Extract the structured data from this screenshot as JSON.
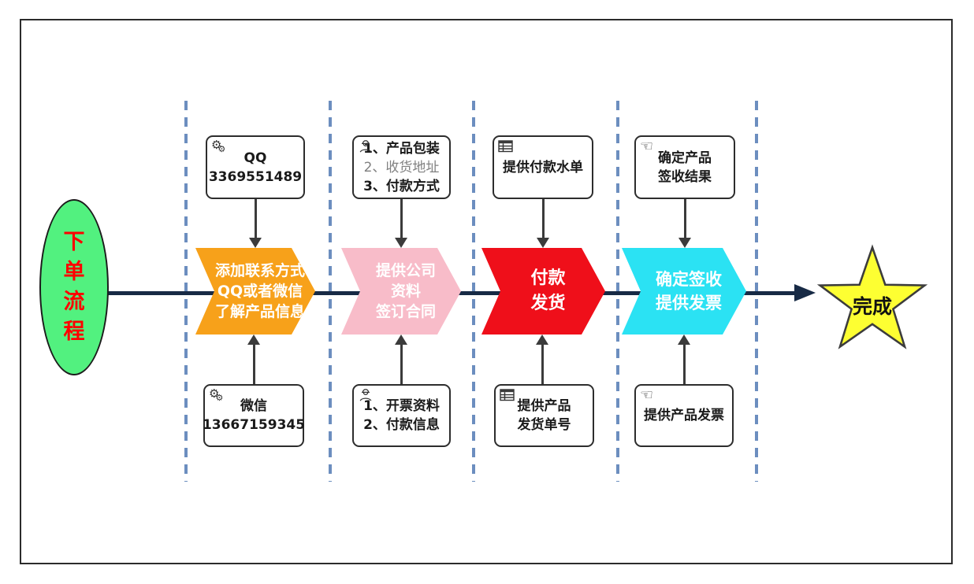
{
  "palette": {
    "line_navy": "#172A45",
    "dashed_blue": "#6C8EBF",
    "connector_gray": "#3b3b3b",
    "start_green": "#52F17F",
    "start_text_red": "#FF0000",
    "star_yellow": "#FDFF32",
    "chevron_orange": "#F7A11A",
    "chevron_pink": "#F8BCC9",
    "chevron_red": "#EF0F1A",
    "chevron_cyan": "#2BE2F3"
  },
  "start_node": {
    "text": "下单流程"
  },
  "end_node": {
    "text": "完成"
  },
  "steps": [
    {
      "top_box": {
        "icon": "gears-icon",
        "lines": [
          "QQ",
          "3369551489"
        ]
      },
      "chevron": {
        "color": "#F7A11A",
        "lines": [
          "添加联系方式",
          "QQ或者微信",
          "了解产品信息"
        ]
      },
      "bottom_box": {
        "icon": "gears-icon",
        "lines": [
          "微信",
          "13667159345"
        ]
      }
    },
    {
      "top_box": {
        "icon": "worker-icon",
        "lines": [
          "1、产品包装",
          "2、收货地址",
          "3、付款方式"
        ]
      },
      "chevron": {
        "color": "#F8BCC9",
        "lines": [
          "提供公司",
          "资料",
          "签订合同"
        ]
      },
      "bottom_box": {
        "icon": "worker-icon",
        "lines": [
          "1、开票资料",
          "2、付款信息"
        ]
      }
    },
    {
      "top_box": {
        "icon": "table-icon",
        "lines": [
          "提供付款水单"
        ]
      },
      "chevron": {
        "color": "#EF0F1A",
        "lines": [
          "付款",
          "发货"
        ]
      },
      "bottom_box": {
        "icon": "table-icon",
        "lines": [
          "提供产品",
          "发货单号"
        ]
      }
    },
    {
      "top_box": {
        "icon": "pointing-hand-icon",
        "lines": [
          "确定产品",
          "签收结果"
        ]
      },
      "chevron": {
        "color": "#2BE2F3",
        "lines": [
          "确定签收",
          "提供发票"
        ]
      },
      "bottom_box": {
        "icon": "pointing-hand-icon",
        "lines": [
          "提供产品发票"
        ]
      }
    }
  ]
}
